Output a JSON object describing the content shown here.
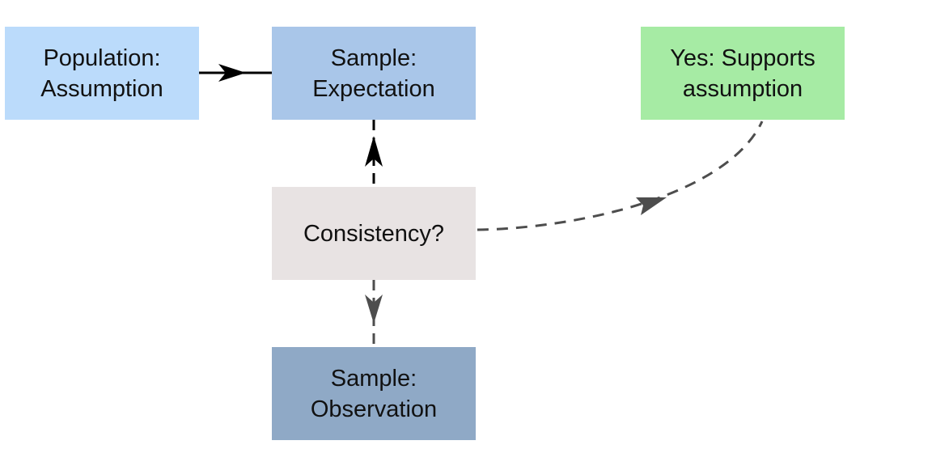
{
  "nodes": {
    "population": {
      "line1": "Population:",
      "line2": "Assumption",
      "color": "#bbdbfb"
    },
    "expectation": {
      "line1": "Sample:",
      "line2": "Expectation",
      "color": "#a9c6e9"
    },
    "supports": {
      "line1": "Yes: Supports",
      "line2": "assumption",
      "color": "#a6eba4"
    },
    "consistency": {
      "line1": "Consistency?",
      "color": "#e8e3e3"
    },
    "observation": {
      "line1": "Sample:",
      "line2": "Observation",
      "color": "#8fa9c6"
    }
  },
  "edges": [
    {
      "from": "population",
      "to": "expectation",
      "style": "solid",
      "color": "#000000"
    },
    {
      "from": "consistency",
      "to": "expectation",
      "style": "dashed",
      "color": "#000000"
    },
    {
      "from": "consistency",
      "to": "observation",
      "style": "dashed",
      "color": "#4d4d4d"
    },
    {
      "from": "consistency",
      "to": "supports",
      "style": "dashed",
      "color": "#4d4d4d"
    }
  ]
}
